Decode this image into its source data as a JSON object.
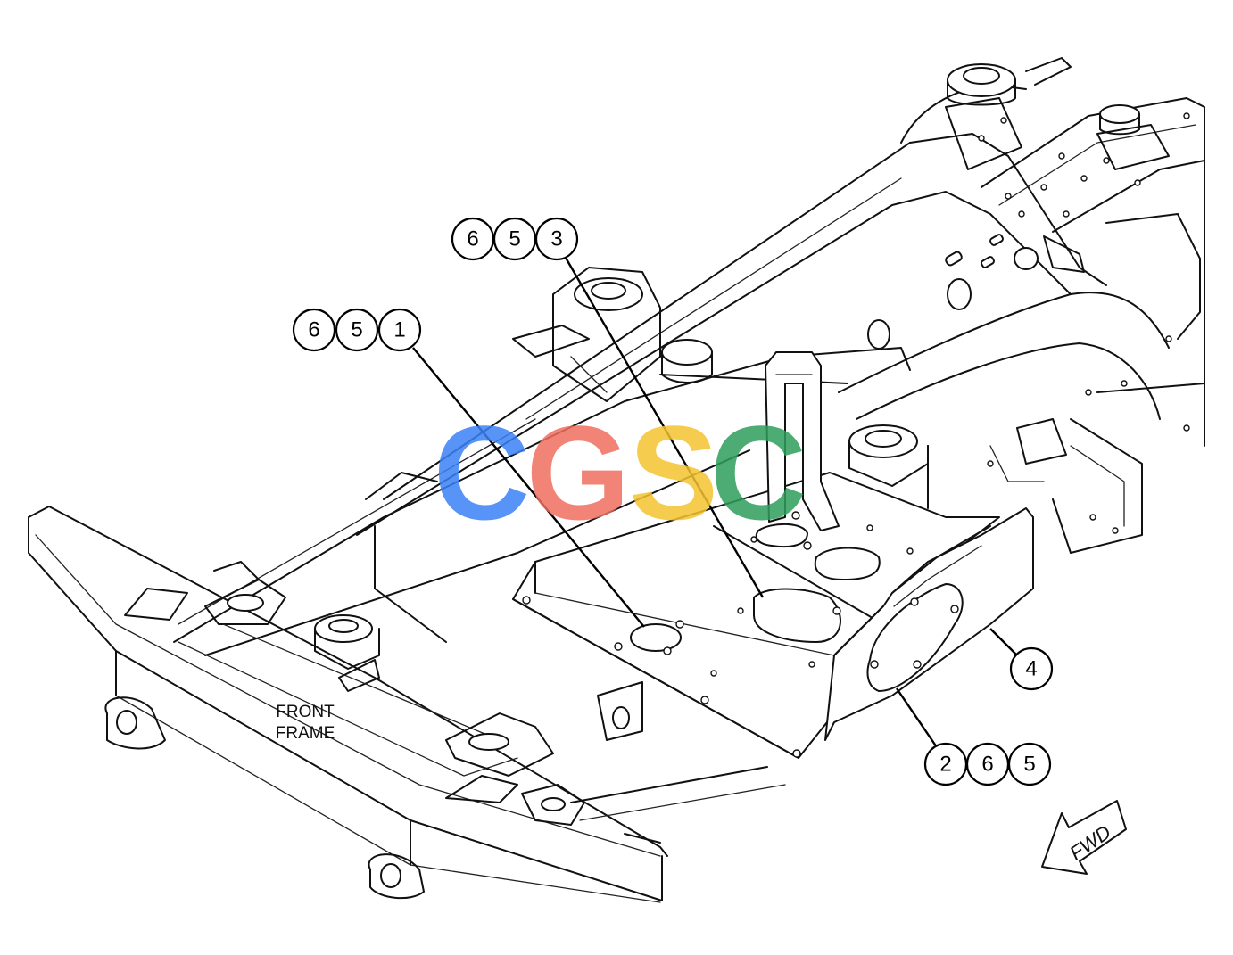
{
  "diagram": {
    "labels": {
      "front_frame_line1": "FRONT",
      "front_frame_line2": "FRAME",
      "fwd": "FWD"
    },
    "callouts": [
      {
        "id": "callout-1",
        "digits": [
          "6",
          "5",
          "1"
        ]
      },
      {
        "id": "callout-3",
        "digits": [
          "6",
          "5",
          "3"
        ]
      },
      {
        "id": "callout-4",
        "digits": [
          "4"
        ]
      },
      {
        "id": "callout-2",
        "digits": [
          "2",
          "6",
          "5"
        ]
      }
    ],
    "watermark": {
      "letters": [
        "C",
        "G",
        "S",
        "C"
      ],
      "colors": [
        "#3b82f6",
        "#ef6f5f",
        "#f4c430",
        "#2e9e5b"
      ]
    },
    "colors": {
      "line": "#111111",
      "background": "#ffffff"
    }
  }
}
